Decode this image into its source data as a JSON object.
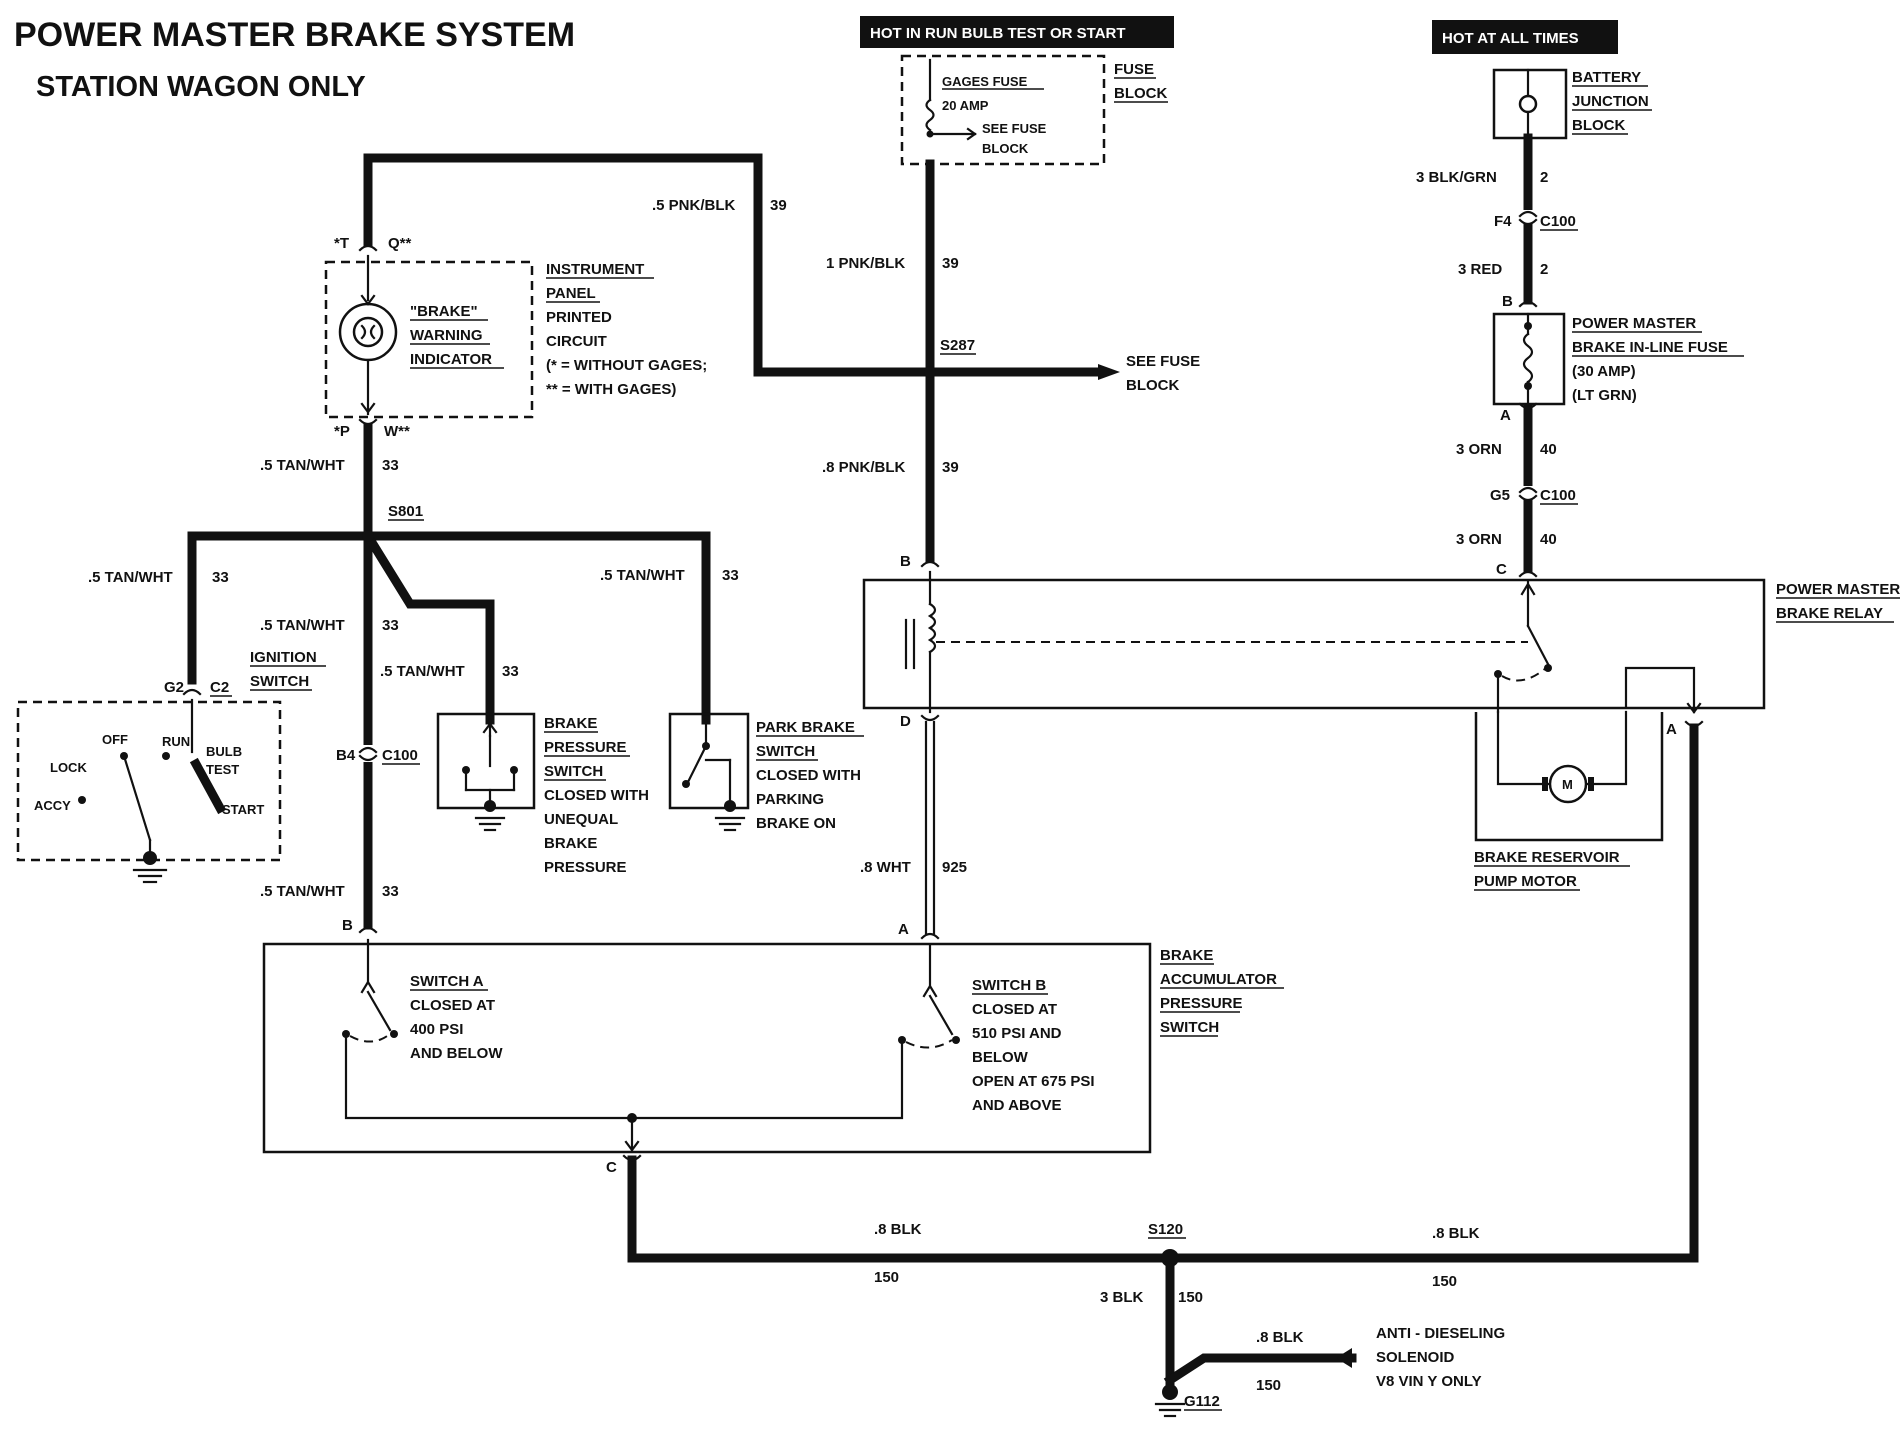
{
  "title": "POWER MASTER BRAKE SYSTEM",
  "subtitle": "STATION WAGON ONLY",
  "headers": {
    "hot_run": "HOT IN RUN BULB TEST OR START",
    "hot_always": "HOT AT ALL TIMES"
  },
  "fuse_block": {
    "gages_fuse": "GAGES FUSE",
    "amp": "20 AMP",
    "see1": "SEE FUSE",
    "see2": "BLOCK",
    "fuse1": "FUSE",
    "fuse2": "BLOCK"
  },
  "battery": {
    "l1": "BATTERY",
    "l2": "JUNCTION",
    "l3": "BLOCK"
  },
  "wires": {
    "pnk_blk_5": ".5 PNK/BLK",
    "n39": "39",
    "pnk_blk_1": "1 PNK/BLK",
    "pnk_blk_8": ".8 PNK/BLK",
    "s287": "S287",
    "see_fuse1": "SEE FUSE",
    "see_fuse2": "BLOCK",
    "tan_wht": ".5 TAN/WHT",
    "n33": "33",
    "s801": "S801",
    "blk_grn": "3 BLK/GRN",
    "n2": "2",
    "red": "3 RED",
    "orn": "3 ORN",
    "n40": "40",
    "wht": ".8 WHT",
    "n925": "925",
    "blk8": ".8 BLK",
    "n150": "150",
    "blk3": "3 BLK",
    "s120": "S120",
    "g112": "G112"
  },
  "connectors": {
    "c100": "C100",
    "f4": "F4",
    "g5": "G5",
    "b4": "B4",
    "g2": "G2",
    "c2": "C2",
    "t": "*T",
    "q": "Q**",
    "p": "*P",
    "w": "W**",
    "a": "A",
    "b": "B",
    "c": "C",
    "d": "D"
  },
  "instrument_panel": {
    "ind1": "\"BRAKE\"",
    "ind2": "WARNING",
    "ind3": "INDICATOR",
    "l1": "INSTRUMENT",
    "l2": "PANEL",
    "l3": "PRINTED",
    "l4": "CIRCUIT",
    "l5": "(* = WITHOUT GAGES;",
    "l6": "** = WITH GAGES)"
  },
  "ignition": {
    "l1": "IGNITION",
    "l2": "SWITCH",
    "off": "OFF",
    "run": "RUN",
    "bulb": "BULB",
    "test": "TEST",
    "lock": "LOCK",
    "accy": "ACCY",
    "start": "START"
  },
  "brake_pressure": {
    "l1": "BRAKE",
    "l2": "PRESSURE",
    "l3": "SWITCH",
    "l4": "CLOSED WITH",
    "l5": "UNEQUAL",
    "l6": "BRAKE",
    "l7": "PRESSURE"
  },
  "park_brake": {
    "l1": "PARK BRAKE",
    "l2": "SWITCH",
    "l3": "CLOSED WITH",
    "l4": "PARKING",
    "l5": "BRAKE ON"
  },
  "inline_fuse": {
    "l1": "POWER MASTER",
    "l2": "BRAKE IN-LINE FUSE",
    "l3": "(30 AMP)",
    "l4": "(LT GRN)"
  },
  "relay": {
    "l1": "POWER MASTER",
    "l2": "BRAKE RELAY"
  },
  "motor": {
    "m": "M",
    "l1": "BRAKE RESERVOIR",
    "l2": "PUMP MOTOR"
  },
  "accumulator": {
    "l1": "BRAKE",
    "l2": "ACCUMULATOR",
    "l3": "PRESSURE",
    "l4": "SWITCH",
    "swa1": "SWITCH A",
    "swa2": "CLOSED AT",
    "swa3": "400 PSI",
    "swa4": "AND BELOW",
    "swb1": "SWITCH B",
    "swb2": "CLOSED AT",
    "swb3": "510 PSI AND",
    "swb4": "BELOW",
    "swb5": "OPEN AT 675 PSI",
    "swb6": "AND ABOVE"
  },
  "anti_dieseling": {
    "l1": "ANTI - DIESELING",
    "l2": "SOLENOID",
    "l3": "V8 VIN Y ONLY"
  }
}
